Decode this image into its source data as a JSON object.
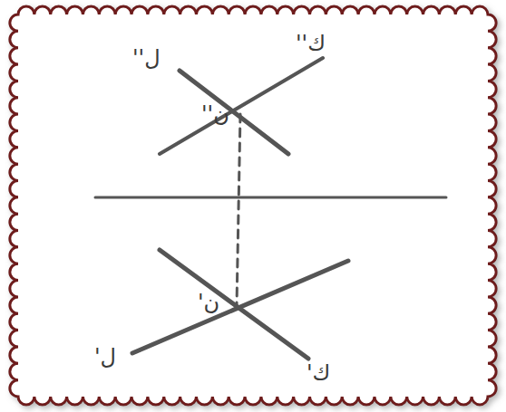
{
  "diagram": {
    "labels": [
      "ل''",
      "ك''",
      "ن''",
      "ن'",
      "ل'",
      "ك'"
    ]
  }
}
